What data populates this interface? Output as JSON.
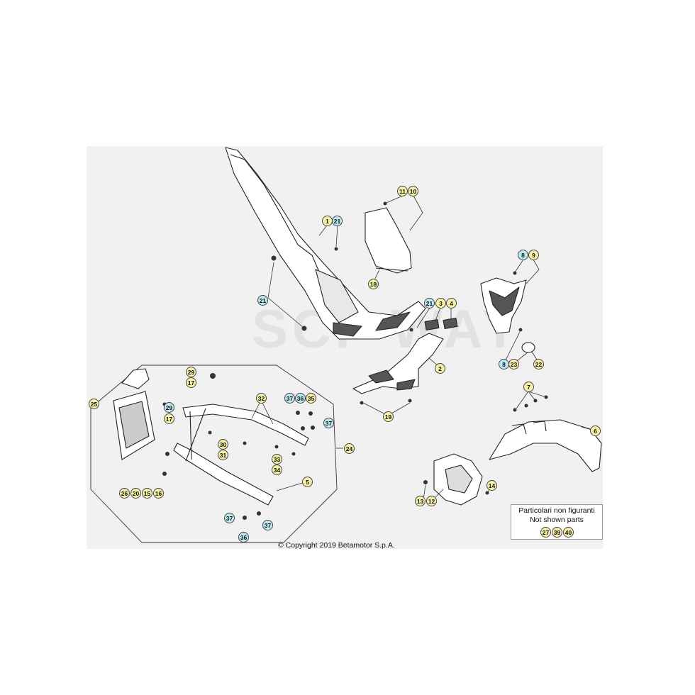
{
  "diagram": {
    "copyright": "© Copyright 2019 Betamotor S.p.A.",
    "not_shown_note": {
      "line1": "Particolari non figuranti",
      "line2": "Not shown parts",
      "refs": [
        "27",
        "39",
        "40"
      ]
    },
    "watermark": "SCF WAY",
    "colors": {
      "background": "#f1f1f1",
      "callout_yellow": "#f7f0a8",
      "callout_cyan": "#bfe9f1",
      "line": "#222222"
    },
    "callouts": [
      {
        "label": "1",
        "style": "yellow"
      },
      {
        "label": "21",
        "style": "cyan"
      },
      {
        "label": "11",
        "style": "yellow"
      },
      {
        "label": "10",
        "style": "yellow"
      },
      {
        "label": "18",
        "style": "yellow"
      },
      {
        "label": "21",
        "style": "cyan"
      },
      {
        "label": "8",
        "style": "cyan"
      },
      {
        "label": "9",
        "style": "yellow"
      },
      {
        "label": "21",
        "style": "cyan"
      },
      {
        "label": "3",
        "style": "yellow"
      },
      {
        "label": "4",
        "style": "yellow"
      },
      {
        "label": "2",
        "style": "yellow"
      },
      {
        "label": "8",
        "style": "cyan"
      },
      {
        "label": "23",
        "style": "yellow"
      },
      {
        "label": "22",
        "style": "yellow"
      },
      {
        "label": "19",
        "style": "yellow"
      },
      {
        "label": "7",
        "style": "yellow"
      },
      {
        "label": "6",
        "style": "yellow"
      },
      {
        "label": "29",
        "style": "yellow"
      },
      {
        "label": "17",
        "style": "yellow"
      },
      {
        "label": "32",
        "style": "yellow"
      },
      {
        "label": "37",
        "style": "cyan"
      },
      {
        "label": "36",
        "style": "cyan"
      },
      {
        "label": "35",
        "style": "yellow"
      },
      {
        "label": "25",
        "style": "yellow"
      },
      {
        "label": "29",
        "style": "cyan"
      },
      {
        "label": "17",
        "style": "yellow"
      },
      {
        "label": "37",
        "style": "cyan"
      },
      {
        "label": "24",
        "style": "yellow"
      },
      {
        "label": "30",
        "style": "yellow"
      },
      {
        "label": "31",
        "style": "yellow"
      },
      {
        "label": "33",
        "style": "yellow"
      },
      {
        "label": "34",
        "style": "yellow"
      },
      {
        "label": "5",
        "style": "yellow"
      },
      {
        "label": "26",
        "style": "yellow"
      },
      {
        "label": "20",
        "style": "yellow"
      },
      {
        "label": "15",
        "style": "yellow"
      },
      {
        "label": "16",
        "style": "yellow"
      },
      {
        "label": "37",
        "style": "cyan"
      },
      {
        "label": "37",
        "style": "cyan"
      },
      {
        "label": "36",
        "style": "cyan"
      },
      {
        "label": "14",
        "style": "yellow"
      },
      {
        "label": "13",
        "style": "yellow"
      },
      {
        "label": "12",
        "style": "yellow"
      }
    ]
  }
}
